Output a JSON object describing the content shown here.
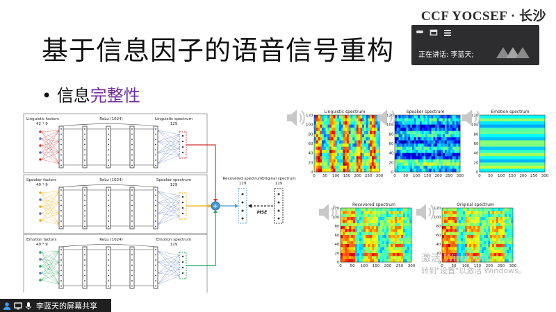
{
  "header": {
    "brand": "CCF YOCSEF · 长沙"
  },
  "slide": {
    "title": "基于信息因子的语音信号重构",
    "bullet_prefix": "信息",
    "bullet_highlight": "完整性"
  },
  "meeting": {
    "speaking_label": "正在讲话: 李蓝天;"
  },
  "diagram": {
    "relu_label": "ReLu (1024)",
    "rows": [
      {
        "input_label": "Linguistic factors",
        "input_dim": "42 * 9",
        "output_label": "Linguistic spectrum",
        "output_dim": "129",
        "color": "#d32f2f"
      },
      {
        "input_label": "Speaker factors",
        "input_dim": "40 * 9",
        "output_label": "Speaker spectrum",
        "output_dim": "129",
        "color": "#f2a900"
      },
      {
        "input_label": "Emotion factors",
        "input_dim": "40 * 9",
        "output_label": "Emotion spectrum",
        "output_dim": "129",
        "color": "#1aa057"
      }
    ],
    "recovered_label": "Recovered spectrum",
    "recovered_dim": "129",
    "original_label": "Original spectrum",
    "original_dim": "129",
    "mse_label": "MSE"
  },
  "spectrograms": [
    {
      "title": "Linguistic spectrum",
      "x_ticks": [
        "0",
        "50",
        "100",
        "150",
        "200",
        "250",
        "300"
      ],
      "y_ticks": [
        "120",
        "100",
        "80",
        "60",
        "40",
        "20",
        "0"
      ]
    },
    {
      "title": "Speaker spectrum",
      "x_ticks": [
        "0",
        "50",
        "100",
        "150",
        "200",
        "250",
        "300"
      ],
      "y_ticks": [
        "120",
        "100",
        "80",
        "60",
        "40",
        "20",
        "0"
      ]
    },
    {
      "title": "Emotion spectrum",
      "x_ticks": [
        "0",
        "50",
        "100",
        "150",
        "200",
        "250",
        "300"
      ],
      "y_ticks": [
        "120",
        "100",
        "80",
        "60",
        "40",
        "20",
        "0"
      ]
    },
    {
      "title": "Recovered spectrum",
      "x_ticks": [
        "0",
        "50",
        "100",
        "150",
        "200",
        "250",
        "300"
      ],
      "y_ticks": [
        "120",
        "100",
        "80",
        "60",
        "40",
        "20",
        "0"
      ]
    },
    {
      "title": "Original spectrum",
      "x_ticks": [
        "0",
        "50",
        "100",
        "150",
        "200",
        "250",
        "300"
      ],
      "y_ticks": [
        "120",
        "100",
        "80",
        "60",
        "40",
        "20",
        "0"
      ]
    }
  ],
  "watermark": {
    "line1": "激活 Windows",
    "line2": "转到\"设置\"以激活 Windows。"
  },
  "share_bar": {
    "label": "李蓝天的屏幕共享"
  }
}
